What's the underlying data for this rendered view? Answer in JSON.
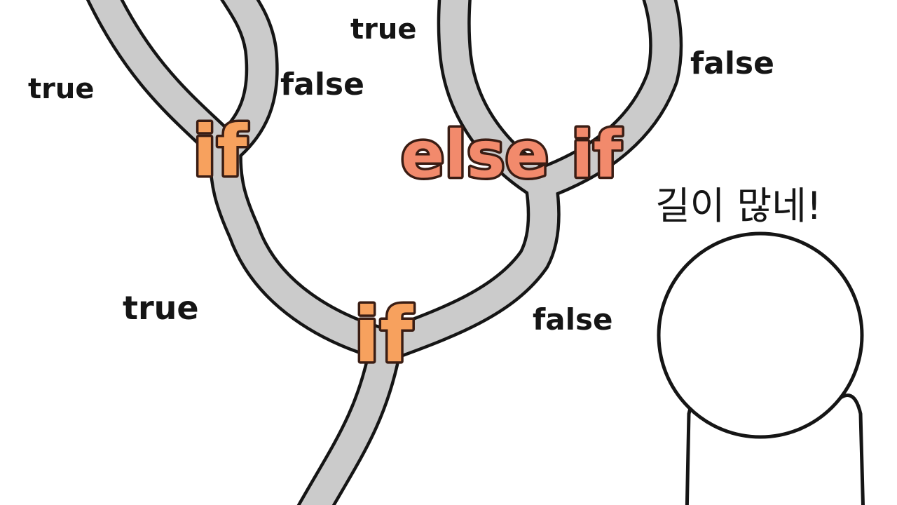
{
  "branches": {
    "bottom_if": {
      "keyword": "if",
      "true_label": "true",
      "false_label": "false"
    },
    "left_if": {
      "keyword": "if",
      "true_label": "true",
      "false_label": "false"
    },
    "right_else_if": {
      "keyword": "else if",
      "true_label": "true",
      "false_label": "false"
    }
  },
  "speech": "길이 많네!",
  "colors": {
    "road_fill": "#cbcbcb",
    "road_outline": "#151515",
    "if_keyword": "#f7a15e",
    "else_if_keyword": "#f28a6c"
  }
}
